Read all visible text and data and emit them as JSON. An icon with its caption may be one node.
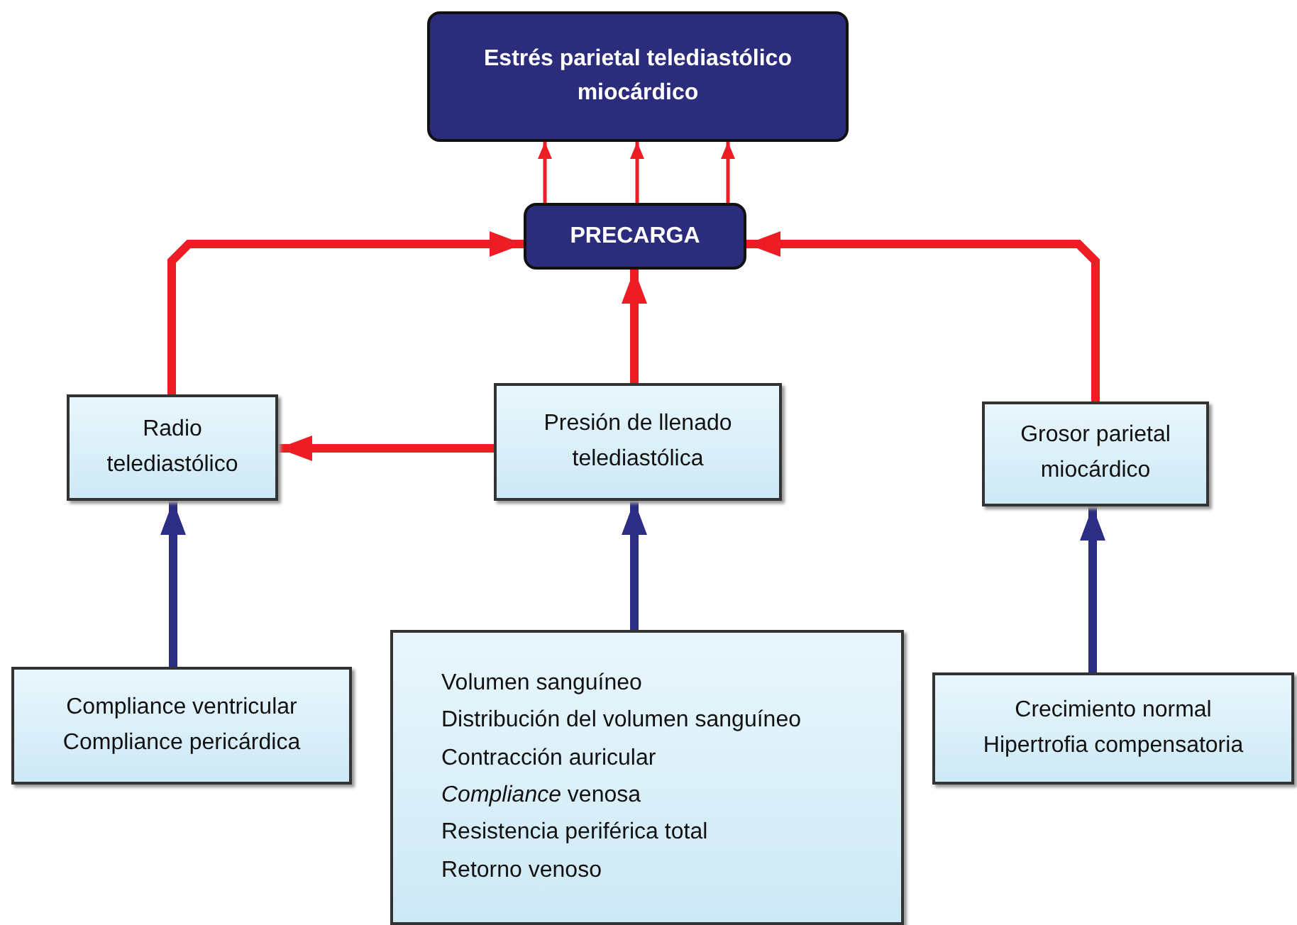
{
  "diagram": {
    "nodes": [
      {
        "text": [
          "Estrés parietal telediastólico miocárdico"
        ]
      },
      {
        "text": [
          "PRECARGA"
        ]
      },
      {
        "text": [
          "Radio telediastólico"
        ]
      },
      {
        "text": [
          "Presión de llenado telediastólica"
        ]
      },
      {
        "text": [
          "Grosor parietal miocárdico"
        ]
      },
      {
        "text": [
          "Compliance ventricular",
          "Compliance pericárdica"
        ]
      },
      {
        "text": [
          "Volumen sanguíneo",
          "Distribución del volumen sanguíneo",
          "Contracción auricular",
          "*Compliance* venosa",
          "Resistencia periférica total",
          "Retorno venoso"
        ]
      },
      {
        "text": [
          "Crecimiento normal",
          "Hipertrofia compensatoria"
        ]
      }
    ],
    "edges": [
      {
        "from": 1,
        "to": 0,
        "arrow": "to"
      },
      {
        "from": 1,
        "to": 0,
        "arrow": "to"
      },
      {
        "from": 1,
        "to": 0,
        "arrow": "to"
      },
      {
        "from": 2,
        "to": 1,
        "arrow": "to"
      },
      {
        "from": 3,
        "to": 1,
        "arrow": "to"
      },
      {
        "from": 4,
        "to": 1,
        "arrow": "to"
      },
      {
        "from": 3,
        "to": 2,
        "arrow": "to"
      },
      {
        "from": 5,
        "to": 2,
        "arrow": "to",
        "color": "#2b2e83"
      },
      {
        "from": 6,
        "to": 3,
        "arrow": "to",
        "color": "#2b2e83"
      },
      {
        "from": 7,
        "to": 4,
        "arrow": "to",
        "color": "#2b2e83"
      }
    ]
  }
}
